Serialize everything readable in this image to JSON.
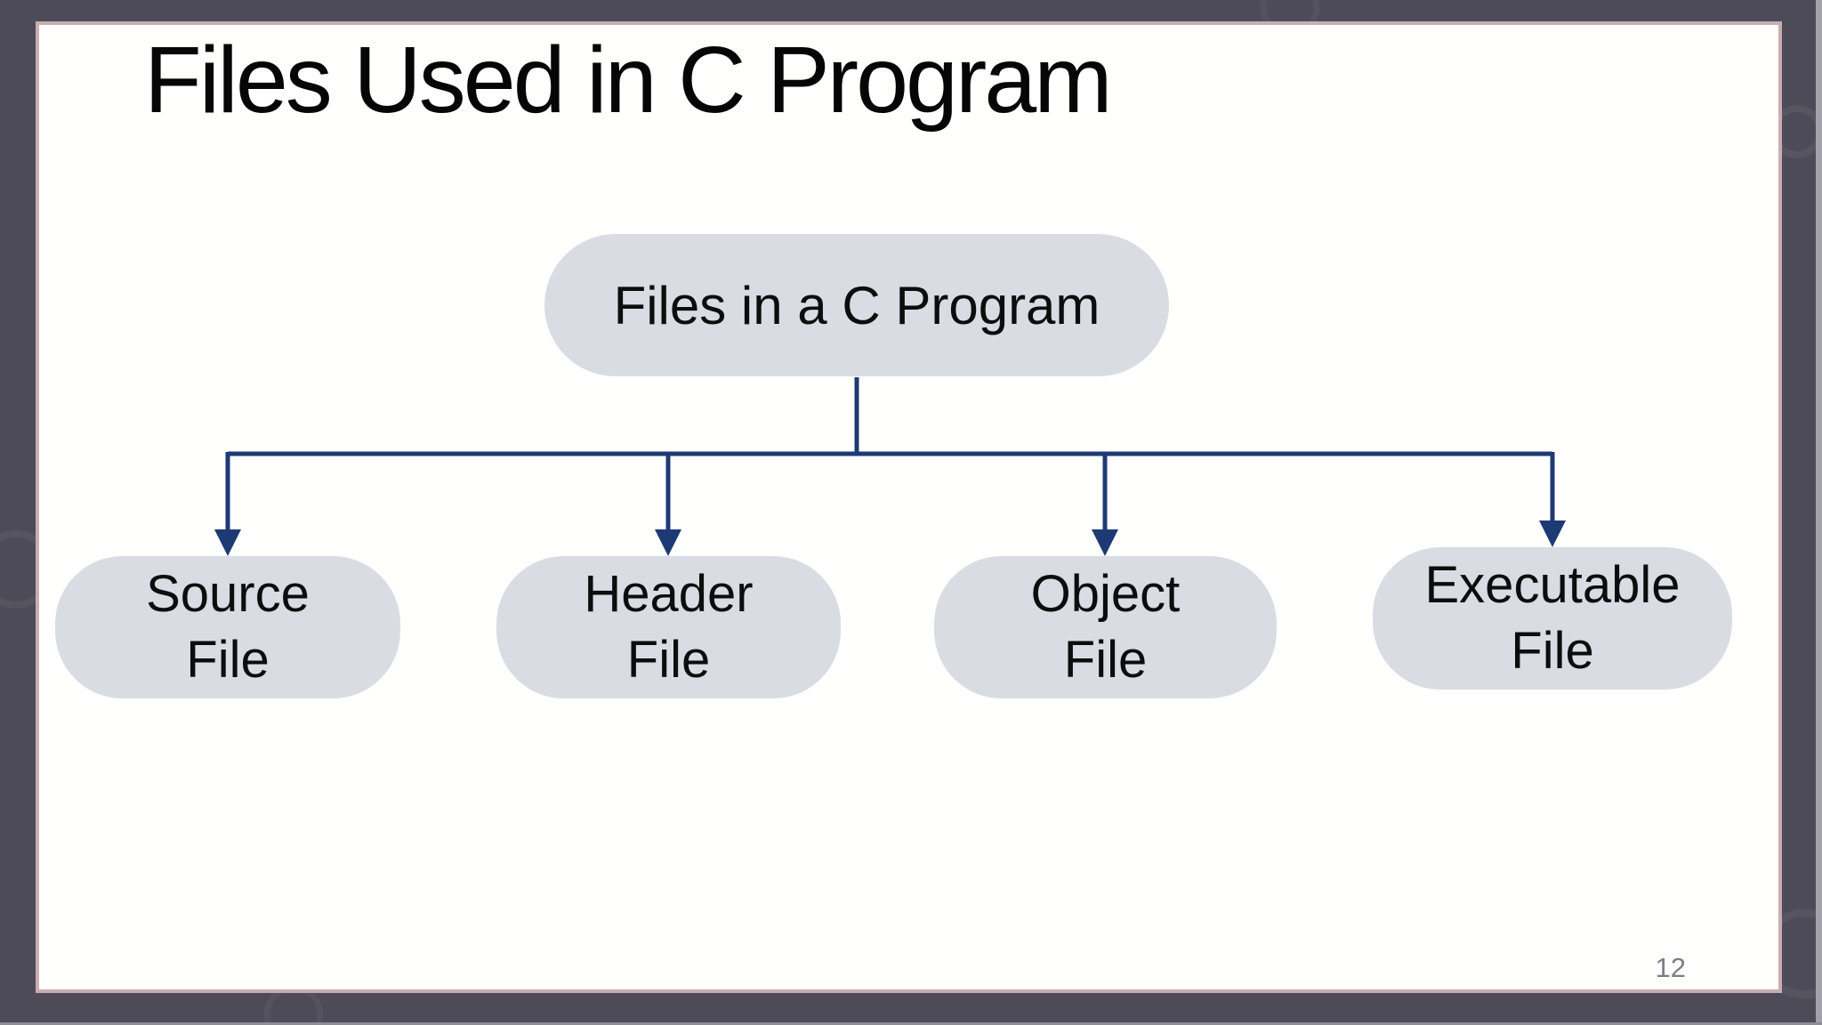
{
  "slide": {
    "title": "Files Used in C Program",
    "page_number": "12"
  },
  "diagram": {
    "root": {
      "label": "Files in a C Program"
    },
    "children": [
      {
        "id": "source-file",
        "lines": [
          "Source",
          "File"
        ]
      },
      {
        "id": "header-file",
        "lines": [
          "Header",
          "File"
        ]
      },
      {
        "id": "object-file",
        "lines": [
          "Object",
          "File"
        ]
      },
      {
        "id": "executable-file",
        "lines": [
          "Executable",
          "File"
        ]
      }
    ]
  },
  "colors": {
    "frame": "#4e4b58",
    "frame_edge": "#a3a1a9",
    "frame_bottom_edge": "#8e8c94",
    "slide_bg": "#fffffe",
    "slide_border": "#c9aeb2",
    "node_fill": "#d9dce3",
    "connector": "#1e3a75",
    "title_text": "#060606",
    "node_text": "#0d0d0d",
    "page_number": "#7e7d84"
  }
}
